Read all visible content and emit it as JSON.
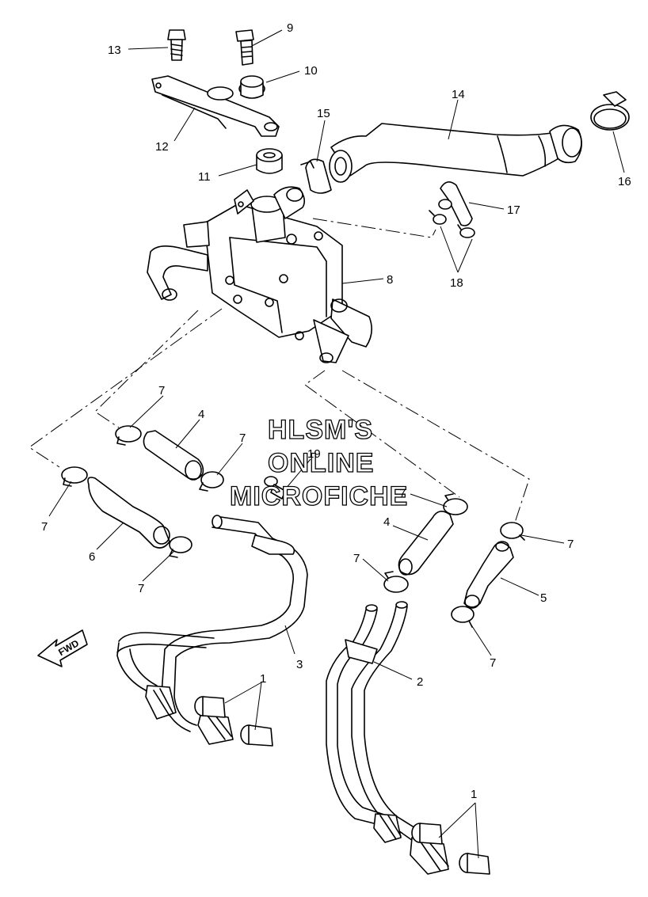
{
  "watermark": {
    "line1": "HLSM'S",
    "line2": "ONLINE",
    "line3": "MICROFICHE"
  },
  "fwd_label": "FWD",
  "callouts": {
    "c1a": "1",
    "c1b": "1",
    "c2": "2",
    "c3": "3",
    "c4a": "4",
    "c4b": "4",
    "c5": "5",
    "c6": "6",
    "c7a": "7",
    "c7b": "7",
    "c7c": "7",
    "c7d": "7",
    "c7e": "7",
    "c7f": "7",
    "c7g": "7",
    "c7h": "7",
    "c8": "8",
    "c9": "9",
    "c10": "10",
    "c11": "11",
    "c12": "12",
    "c13": "13",
    "c14": "14",
    "c15": "15",
    "c16": "16",
    "c17": "17",
    "c18": "18",
    "c19": "19"
  }
}
